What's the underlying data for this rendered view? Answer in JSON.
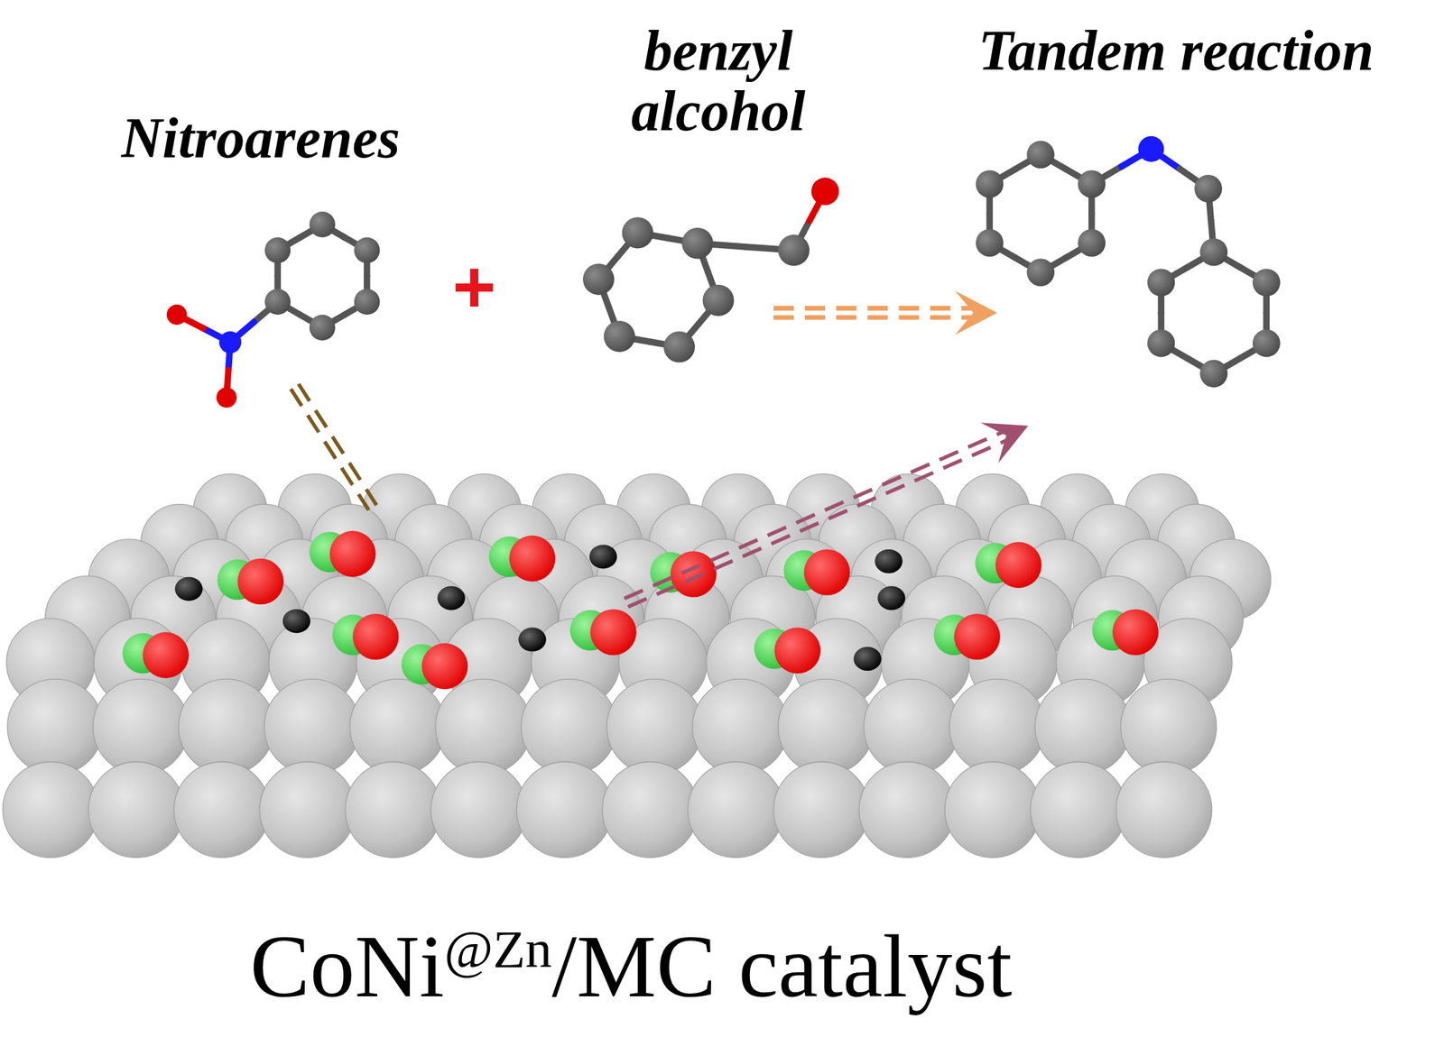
{
  "diagram": {
    "labels": [
      "Nitroarenes",
      "benzyl alcohol",
      "Tandem reaction",
      "+",
      "CoNi",
      "@Zn",
      "/MC catalyst"
    ]
  }
}
